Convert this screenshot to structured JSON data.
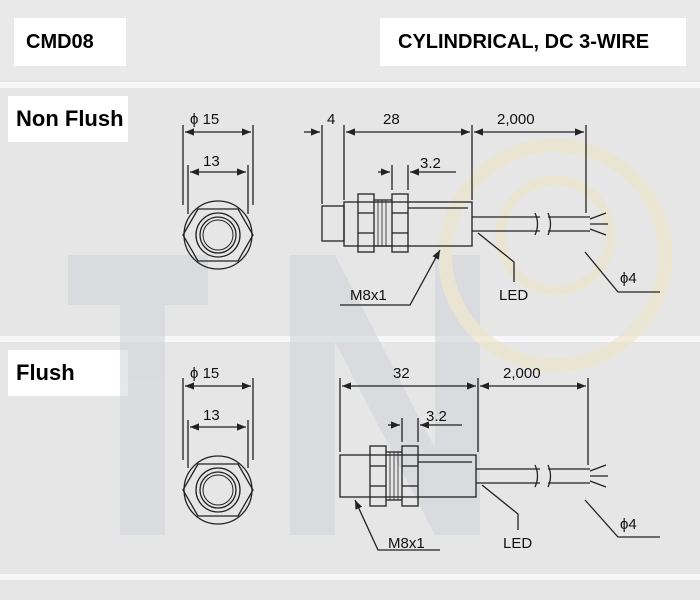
{
  "header": {
    "model": "CMD08",
    "category": "CYLINDRICAL, DC 3-WIRE"
  },
  "sections": {
    "non_flush": {
      "title": "Non Flush",
      "outer_diameter": "ϕ 15",
      "across_flats": "13",
      "head_length": "4",
      "body_length": "28",
      "cable_length": "2,000",
      "nut_thickness": "3.2",
      "thread": "M8x1",
      "led": "LED",
      "cable_diameter": "ϕ4"
    },
    "flush": {
      "title": "Flush",
      "outer_diameter": "ϕ 15",
      "across_flats": "13",
      "body_length": "32",
      "cable_length": "2,000",
      "nut_thickness": "3.2",
      "thread": "M8x1",
      "led": "LED",
      "cable_diameter": "ϕ4"
    }
  },
  "colors": {
    "background": "#e6e6e6",
    "label_bg": "#ffffff",
    "line": "#222222",
    "watermark": "#cfd3d8",
    "watermark_accent": "#efe3c4"
  }
}
